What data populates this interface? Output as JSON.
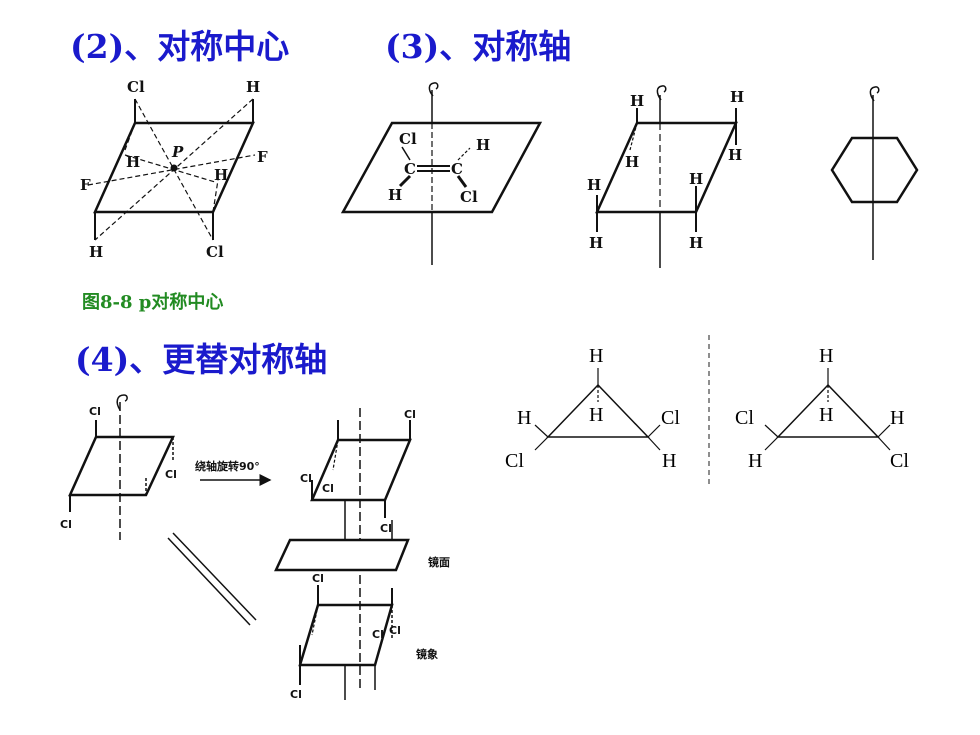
{
  "headings": {
    "center": "(2)、对称中心",
    "axis": "(3)、对称轴",
    "alternating": "(4)、更替对称轴"
  },
  "caption": "图8-8 p对称中心",
  "fig_center": {
    "atoms": [
      "Cl",
      "H",
      "H",
      "F",
      "P",
      "F",
      "H",
      "H",
      "Cl"
    ]
  },
  "fig_ethene": {
    "atoms": [
      "Cl",
      "H",
      "C",
      "C",
      "H",
      "Cl"
    ]
  },
  "fig_square": {
    "atoms": [
      "H",
      "H",
      "H",
      "H",
      "H",
      "H",
      "H",
      "H"
    ]
  },
  "fig_alt": {
    "atoms_top": [
      "Cl",
      "Cl",
      "Cl"
    ],
    "rotate_label": "绕轴旋转90°",
    "atoms_rot": [
      "Cl",
      "Cl",
      "Cl",
      "Cl"
    ],
    "mirror_label": "镜面",
    "atoms_img": [
      "Cl",
      "Cl",
      "Cl",
      "Cl"
    ],
    "image_label": "镜象"
  },
  "cyclopropane_left": {
    "atoms": [
      "H",
      "H",
      "H",
      "Cl",
      "Cl",
      "H"
    ]
  },
  "cyclopropane_right": {
    "atoms": [
      "H",
      "Cl",
      "H",
      "H",
      "H",
      "Cl"
    ]
  }
}
